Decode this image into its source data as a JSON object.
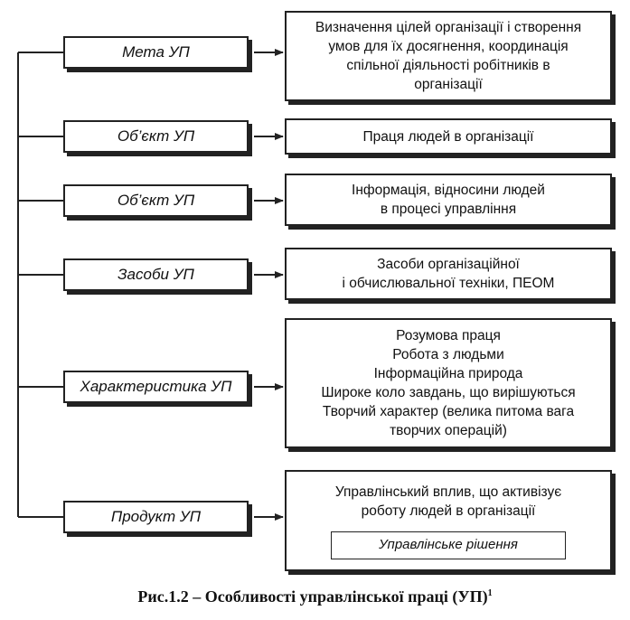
{
  "rows": [
    {
      "label": "Мета УП",
      "description_lines": [
        "Визначення цілей організації і створення",
        "умов для їх досягнення, координація",
        "спільної діяльності робітників в",
        "організації"
      ]
    },
    {
      "label": "Об’єкт УП",
      "description_lines": [
        "Праця людей в організації"
      ]
    },
    {
      "label": "Об’єкт УП",
      "description_lines": [
        "Інформація, відносини людей",
        "в процесі управління"
      ]
    },
    {
      "label": "Засоби УП",
      "description_lines": [
        "Засоби організаційної",
        "і обчислювальної техніки, ПЕОМ"
      ]
    },
    {
      "label": "Характеристика УП",
      "description_lines": [
        "Розумова праця",
        "Робота з людьми",
        "Інформаційна природа",
        "Широке коло завдань, що вирішуються",
        "Творчий характер (велика питома вага",
        "творчих операцій)"
      ]
    },
    {
      "label": "Продукт УП",
      "description_lines": [
        "Управлінський вплив, що активізує",
        "роботу людей в організації"
      ],
      "inner_box": "Управлінське рішення"
    }
  ],
  "caption": {
    "text": "Рис.1.2 – Особливості управлінської праці (УП)",
    "superscript": "1"
  }
}
